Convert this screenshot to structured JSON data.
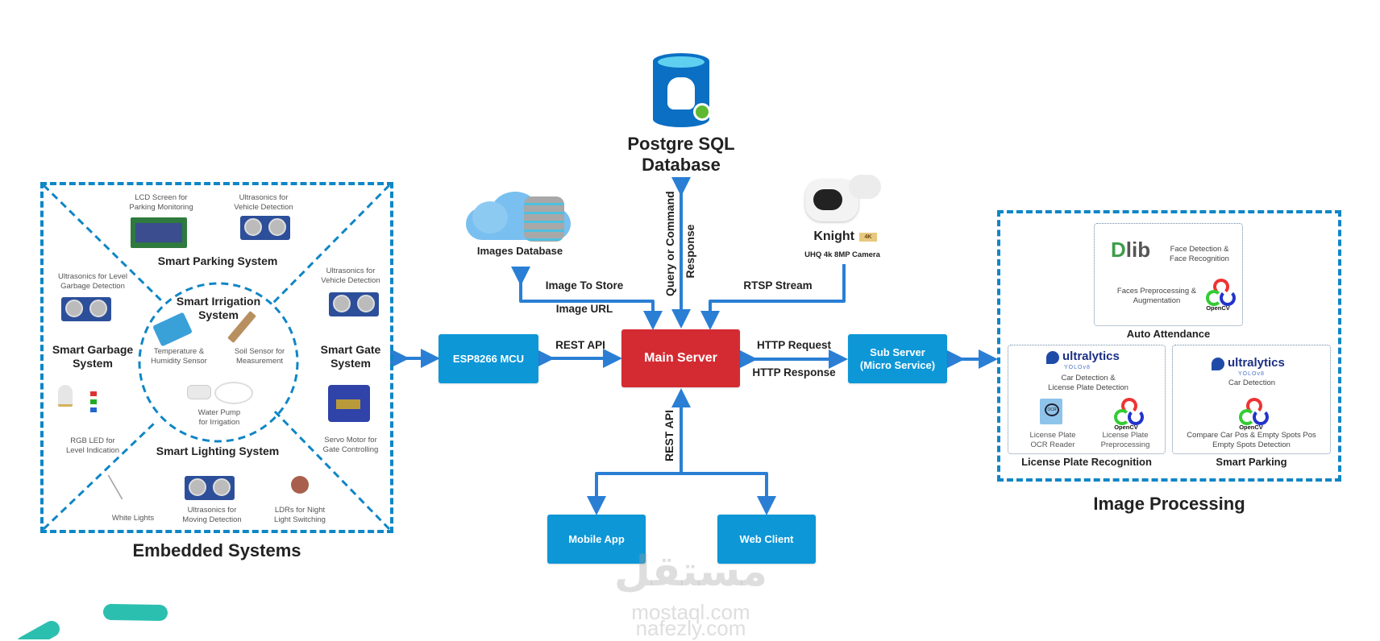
{
  "colors": {
    "accent_blue": "#0d97d7",
    "arrow_blue": "#2a7fd4",
    "dashed_border": "#0f86c6",
    "main_server_red": "#d42b33",
    "decor_teal": "#2bbfb0"
  },
  "embedded": {
    "title": "Embedded Systems",
    "parking": {
      "title": "Smart Parking System",
      "items": [
        "LCD Screen for\nParking Monitoring",
        "Ultrasonics for\nVehicle Detection"
      ]
    },
    "garbage": {
      "title": "Smart Garbage\nSystem",
      "items": [
        "Ultrasonics for Level\nGarbage Detection",
        "RGB LED for\nLevel Indication"
      ]
    },
    "gate": {
      "title": "Smart Gate\nSystem",
      "items": [
        "Ultrasonics for\nVehicle Detection",
        "Servo Motor for\nGate Controlling"
      ]
    },
    "irrigation": {
      "title": "Smart Irrigation\nSystem",
      "items": [
        "Temperature &\nHumidity Sensor",
        "Soil Sensor for\nMeasurement",
        "Water Pump\nfor Irrigation"
      ]
    },
    "lighting": {
      "title": "Smart Lighting System",
      "items": [
        "White Lights",
        "Ultrasonics for\nMoving Detection",
        "LDRs for Night\nLight Switching"
      ]
    }
  },
  "nodes": {
    "esp": "ESP8266 MCU",
    "main_server": "Main Server",
    "sub_server": "Sub Server\n(Micro Service)",
    "mobile_app": "Mobile App",
    "web_client": "Web Client",
    "postgres": "Postgre SQL\nDatabase",
    "images_db": "Images Database",
    "camera_name": "Knight",
    "camera_badge": "4K",
    "camera_desc": "UHQ 4k 8MP Camera"
  },
  "connections": {
    "esp_main": "REST API",
    "image_to_store": "Image To Store",
    "image_url": "Image URL",
    "query": "Query or Command",
    "response": "Response",
    "rtsp": "RTSP Stream",
    "http_request": "HTTP Request",
    "http_response": "HTTP Response",
    "clients_rest": "REST API"
  },
  "image_processing": {
    "title": "Image Processing",
    "auto_attendance": {
      "title": "Auto Attendance",
      "lib_logo": "lib",
      "face_detect": "Face Detection &\nFace Recognition",
      "preprocess": "Faces Preprocessing &\nAugmentation",
      "opencv": "OpenCV"
    },
    "license_plate": {
      "title": "License Plate Recognition",
      "brand": "ultralytics",
      "model": "YOLOv8",
      "detect": "Car Detection &\nLicense Plate Detection",
      "ocr": "License Plate\nOCR Reader",
      "ocr_badge": "OCR",
      "opencv": "OpenCV",
      "preprocess": "License Plate\nPreprocessing"
    },
    "smart_parking": {
      "title": "Smart Parking",
      "brand": "ultralytics",
      "model": "YOLOv8",
      "detect": "Car Detection",
      "opencv": "OpenCV",
      "desc": "Compare Car Pos & Empty Spots Pos\nEmpty Spots Detection"
    }
  },
  "watermark": {
    "arabic": "مستقل",
    "line1": "mostaql.com",
    "line2": "nafezly.com"
  }
}
